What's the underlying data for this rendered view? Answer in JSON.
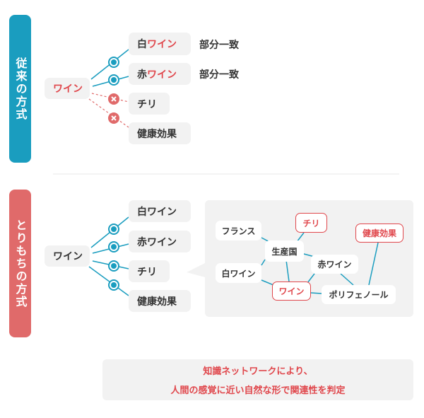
{
  "colors": {
    "blue": "#1a9dbf",
    "red": "#e06a6a",
    "text_red": "#e0474c",
    "gray": "#f2f2f2"
  },
  "conventional": {
    "label": "従来の方式",
    "root": "ワイン",
    "items": [
      {
        "prefix": "白",
        "match": "ワイン",
        "status": "match",
        "note": "部分一致"
      },
      {
        "prefix": "赤",
        "match": "ワイン",
        "status": "match",
        "note": "部分一致"
      },
      {
        "prefix": "チリ",
        "match": "",
        "status": "no-match"
      },
      {
        "prefix": "健康効果",
        "match": "",
        "status": "no-match"
      }
    ]
  },
  "torimochi": {
    "label": "とりもちの方式",
    "root": "ワイン",
    "items": [
      "白ワイン",
      "赤ワイン",
      "チリ",
      "健康効果"
    ],
    "network": {
      "nodes": [
        "フランス",
        "チリ",
        "健康効果",
        "生産国",
        "赤ワイン",
        "白ワイン",
        "ワイン",
        "ポリフェノール"
      ],
      "highlighted": [
        "チリ",
        "健康効果",
        "ワイン"
      ]
    }
  },
  "caption": {
    "line1": "知識ネットワークにより、",
    "line2": "人間の感覚に近い自然な形で関連性を判定"
  }
}
